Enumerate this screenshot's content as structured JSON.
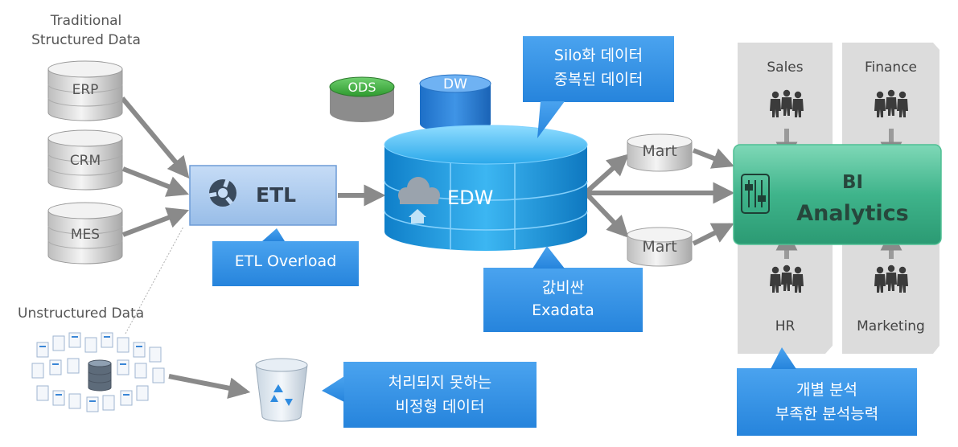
{
  "sources": {
    "structured_title_line1": "Traditional",
    "structured_title_line2": "Structured Data",
    "erp": "ERP",
    "crm": "CRM",
    "mes": "MES",
    "unstructured_title": "Unstructured Data"
  },
  "etl": {
    "label": "ETL"
  },
  "callouts": {
    "etl_overload": "ETL Overload",
    "silo_line1": "Silo화 데이터",
    "silo_line2": "중복된 데이터",
    "exadata_line1": "값비싼",
    "exadata_line2": "Exadata",
    "unprocessed_line1": "처리되지 못하는",
    "unprocessed_line2": "비정형 데이터",
    "analysis_line1": "개별 분석",
    "analysis_line2": "부족한 분석능력"
  },
  "stores": {
    "ods": "ODS",
    "dw": "DW",
    "edw": "EDW",
    "mart1": "Mart",
    "mart2": "Mart"
  },
  "bi": {
    "line1": "BI",
    "line2": "Analytics",
    "depts": [
      "Sales",
      "Finance",
      "HR",
      "Marketing"
    ]
  },
  "colors": {
    "callout_blue": "#2f8fe3",
    "etl_box": "#a9c9ee",
    "edw_blue": "#1aa0e8",
    "bi_green": "#2eae86",
    "arrow_gray": "#8a8a8a",
    "dept_panel": "#dcdcdc"
  }
}
